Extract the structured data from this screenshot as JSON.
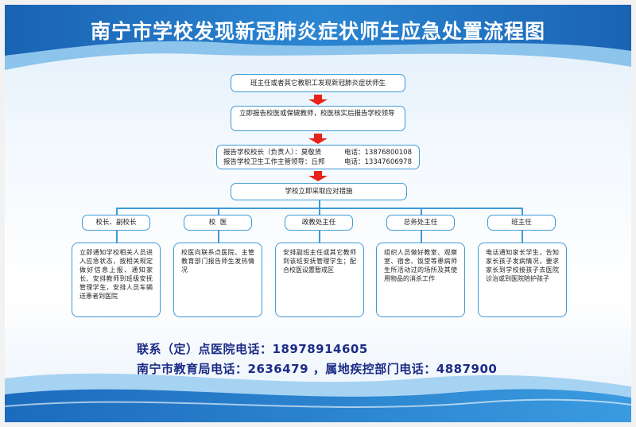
{
  "title": "南宁市学校发现新冠肺炎症状师生应急处置流程图",
  "flow": {
    "step1": "班主任或者其它教职工发现新冠肺炎症状师生",
    "step2": "立即报告校医或保健教师，校医核实后报告学校领导",
    "step3": {
      "row1_label": "报告学校校长（负责人）：莫敬贤",
      "row1_phone": "电话：13876800108",
      "row2_label": "报告学校卫生工作主管领导：丘邦",
      "row2_phone": "电话：13347606978"
    },
    "step4": "学校立即采取应对措施"
  },
  "departments": [
    {
      "name": "校长、副校长",
      "desc": "立即通知学校相关人员进入应急状态，按相关规定做好信息上报、通知家长、安排教师到班级安抚管理学生，安排人员车辆送患者到医院"
    },
    {
      "name": "校  医",
      "desc": "校医向联系点医院、主管教育部门报告师生发热情况"
    },
    {
      "name": "政教处主任",
      "desc": "安排副班主任或其它教师到该班安抚管理学生；配合校医设置暂戒区"
    },
    {
      "name": "总务处主任",
      "desc": "组织人员做好教室、观察室、宿舍、饭堂等患病师生所活动过的场所及其使用物品的消杀工作"
    },
    {
      "name": "班主任",
      "desc": "电话通知家长学生，告知家长孩子发病情况，要求家长到学校接孩子去医院诊治或到医院陪护孩子"
    }
  ],
  "contacts": {
    "line1": "联系（定）点医院电话：18978914605",
    "line2": "南宁市教育局电话：2636479 ，属地疾控部门电话：4887900"
  },
  "colors": {
    "banner": "#1f72bf",
    "border": "#3f9ad6",
    "arrow": "#e8211a",
    "contact_text": "#1c2c86"
  }
}
